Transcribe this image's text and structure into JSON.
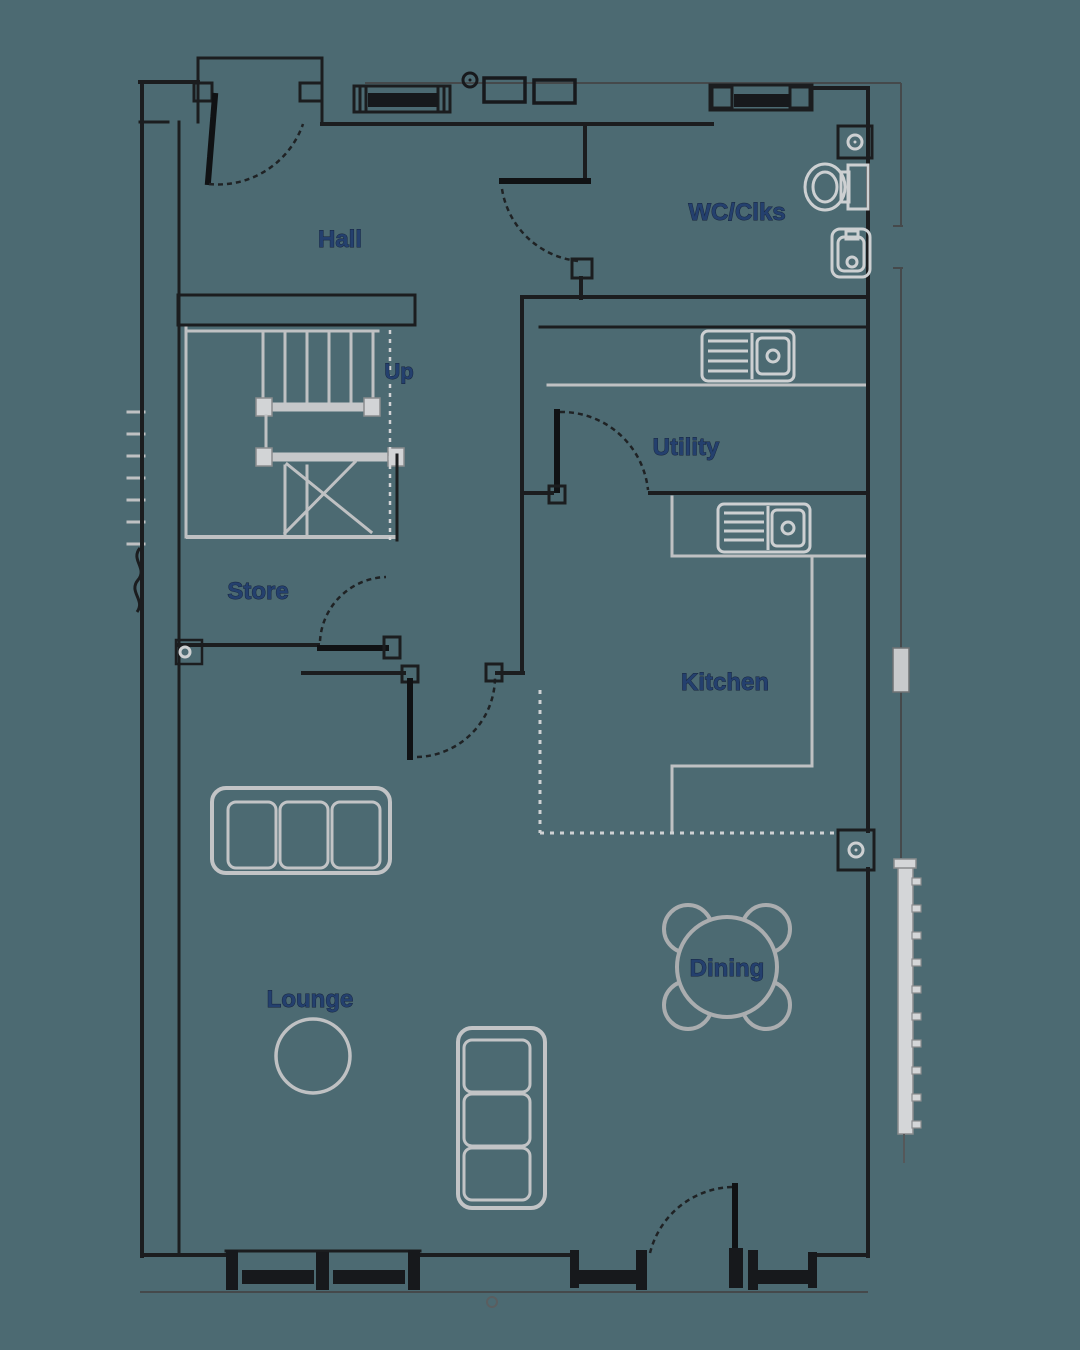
{
  "floorplan": {
    "type": "ground-floor-plan",
    "background_color": "#4C6A72",
    "wall_color": "#1b1d1f",
    "furniture_color": "#bfc1c3",
    "label_color": "#24406e",
    "rooms": {
      "hall": {
        "label": "Hall"
      },
      "wc": {
        "label": "WC/Clks"
      },
      "utility": {
        "label": "Utility"
      },
      "kitchen": {
        "label": "Kitchen"
      },
      "store": {
        "label": "Store"
      },
      "lounge": {
        "label": "Lounge"
      },
      "dining": {
        "label": "Dining"
      }
    },
    "stairs": {
      "direction_label": "Up"
    },
    "features": [
      "entrance-door-with-porch",
      "wc-door",
      "utility-door",
      "store-door",
      "lounge-door",
      "patio-door",
      "hall-window",
      "wc-window",
      "lounge-window",
      "dining-windows",
      "stairs-up",
      "utility-sink",
      "kitchen-sink",
      "toilet",
      "basin",
      "sofa-horizontal",
      "sofa-vertical",
      "coffee-table",
      "dining-table-4-chairs",
      "kitchen-counters",
      "garden-fence"
    ]
  }
}
